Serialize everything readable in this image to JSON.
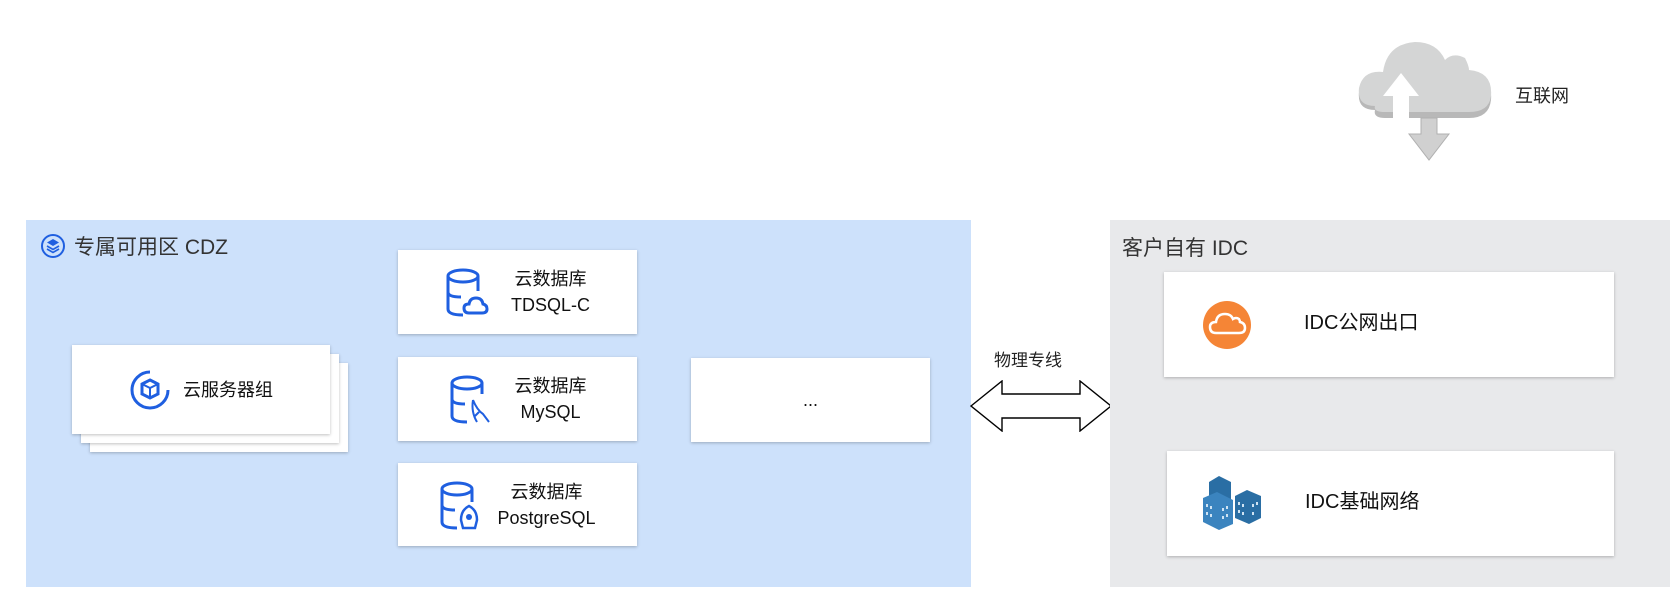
{
  "internet": {
    "label": "互联网"
  },
  "cdz": {
    "title": "专属可用区 CDZ",
    "server_group": {
      "label": "云服务器组"
    },
    "databases": [
      {
        "title": "云数据库",
        "name": "TDSQL-C"
      },
      {
        "title": "云数据库",
        "name": "MySQL"
      },
      {
        "title": "云数据库",
        "name": "PostgreSQL"
      }
    ],
    "more": {
      "label": "..."
    }
  },
  "link": {
    "label": "物理专线"
  },
  "idc": {
    "title": "客户自有 IDC",
    "items": [
      {
        "label": "IDC公网出口"
      },
      {
        "label": "IDC基础网络"
      }
    ]
  },
  "colors": {
    "cdz_bg": "#cde1fb",
    "idc_bg": "#e8e9eb",
    "accent": "#1f5fe0",
    "orange": "#f58536",
    "building": "#2a6ea4"
  }
}
